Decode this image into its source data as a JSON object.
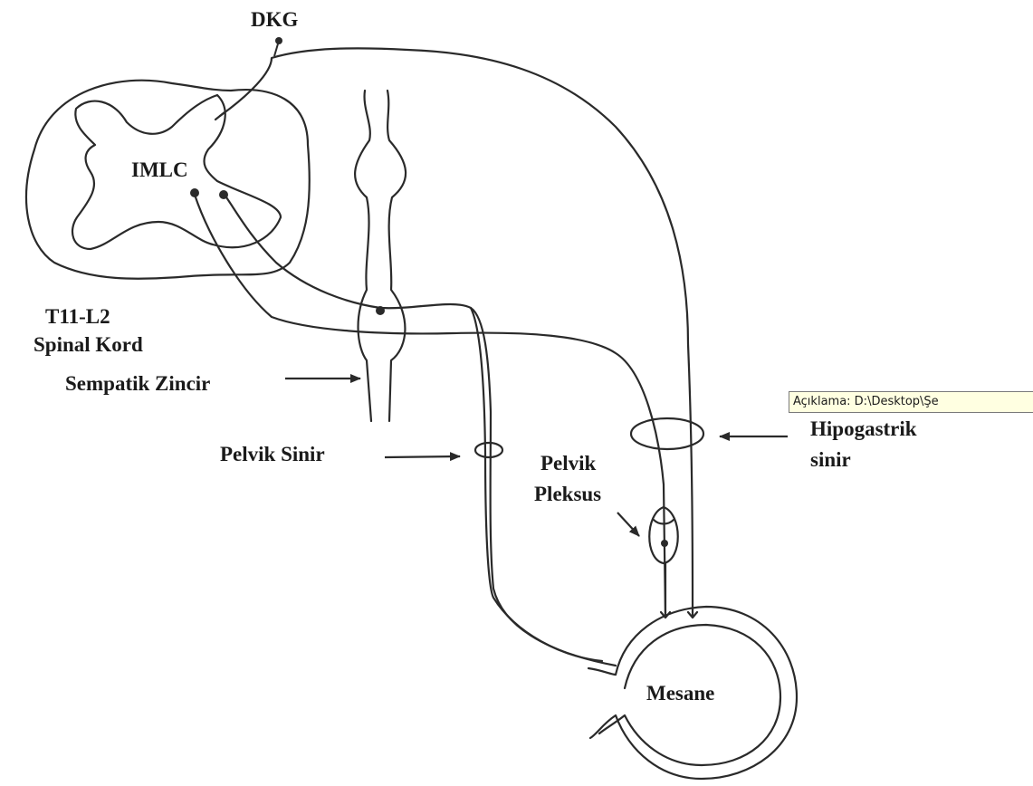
{
  "labels": {
    "dkg": "DKG",
    "imlc": "IMLC",
    "spinal_level": "T11-L2",
    "spinal_cord": "Spinal Kord",
    "sympathetic_chain": "Sempatik Zincir",
    "pelvic_nerve": "Pelvik Sinir",
    "pelvic_plexus_line1": "Pelvik",
    "pelvic_plexus_line2": "Pleksus",
    "hypogastric_line1": "Hipogastrik",
    "hypogastric_line2": "sinir",
    "bladder": "Mesane"
  },
  "tooltip": {
    "text": "Açıklama: D:\\Desktop\\Şe"
  },
  "colors": {
    "ink": "#2a2a2a",
    "text": "#1a1a1a",
    "tooltip_bg": "#ffffe1",
    "tooltip_border": "#7a7a7a"
  }
}
